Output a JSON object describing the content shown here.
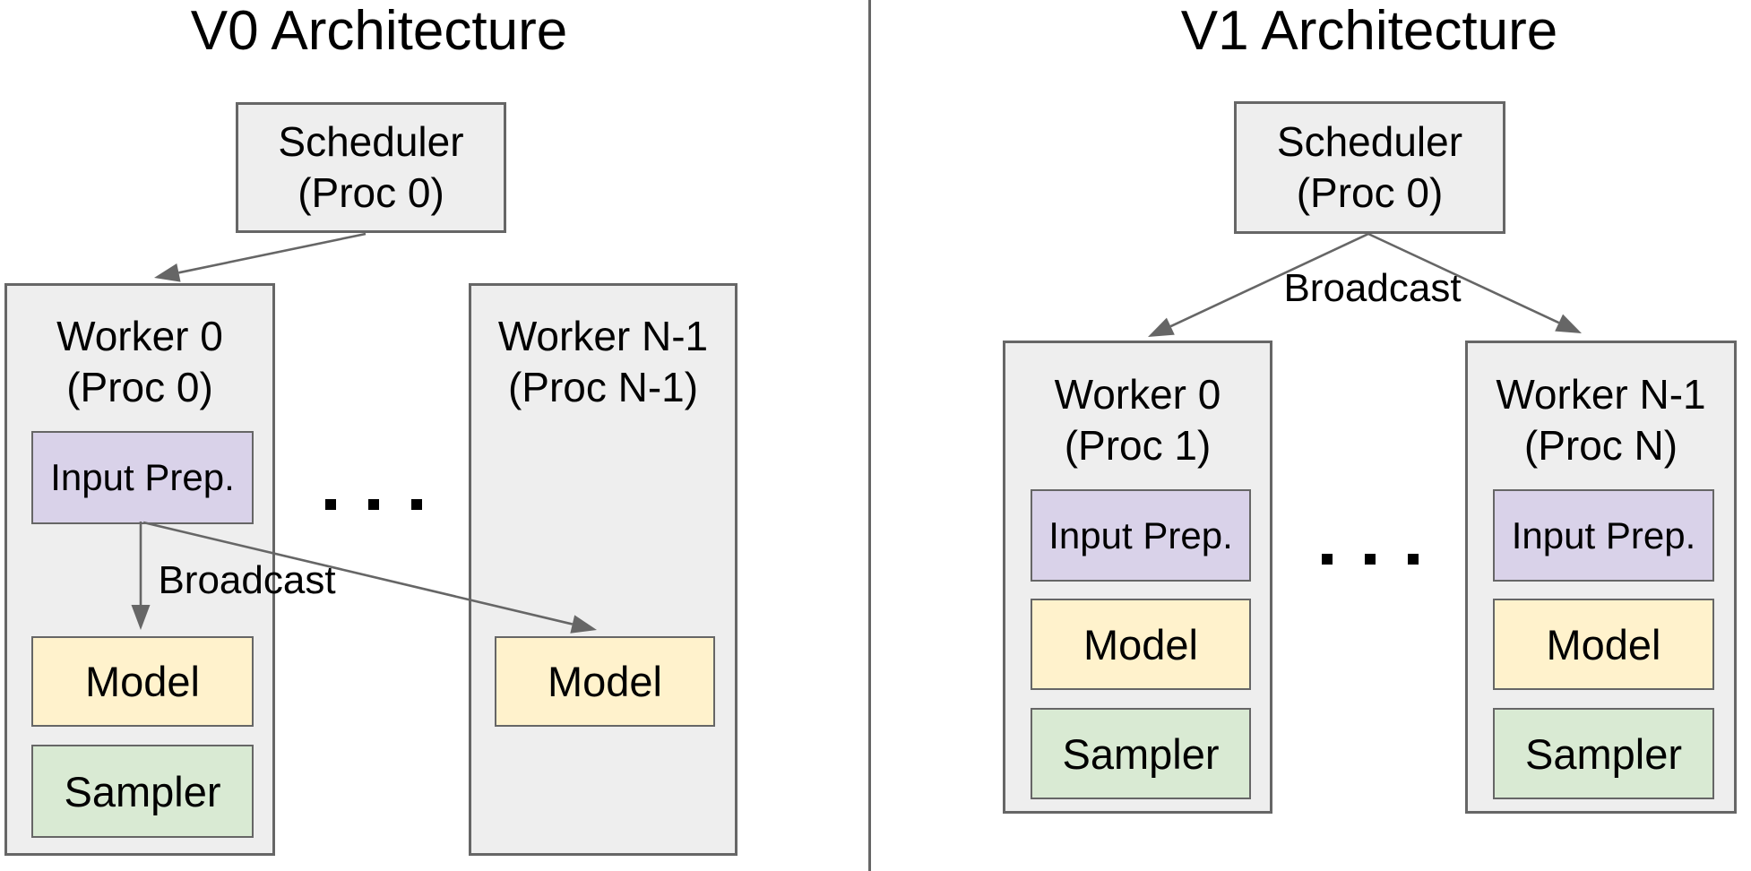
{
  "colors": {
    "background": "#ffffff",
    "text": "#000000",
    "box_fill": "#eeeeee",
    "box_border": "#666666",
    "input_prep_fill": "#d9d2e9",
    "model_fill": "#fff2cc",
    "sampler_fill": "#d9ead3",
    "arrow": "#666666"
  },
  "v0": {
    "title": "V0 Architecture",
    "scheduler": {
      "name": "Scheduler",
      "proc": "(Proc 0)"
    },
    "broadcast": "Broadcast",
    "dots": ". . .",
    "workers": [
      {
        "name": "Worker 0",
        "proc": "(Proc 0)",
        "input_prep": "Input Prep.",
        "model": "Model",
        "sampler": "Sampler"
      },
      {
        "name": "Worker N-1",
        "proc": "(Proc N-1)",
        "model": "Model"
      }
    ]
  },
  "v1": {
    "title": "V1 Architecture",
    "scheduler": {
      "name": "Scheduler",
      "proc": "(Proc 0)"
    },
    "broadcast": "Broadcast",
    "dots": ". . .",
    "workers": [
      {
        "name": "Worker 0",
        "proc": "(Proc 1)",
        "input_prep": "Input Prep.",
        "model": "Model",
        "sampler": "Sampler"
      },
      {
        "name": "Worker N-1",
        "proc": "(Proc N)",
        "input_prep": "Input Prep.",
        "model": "Model",
        "sampler": "Sampler"
      }
    ]
  }
}
